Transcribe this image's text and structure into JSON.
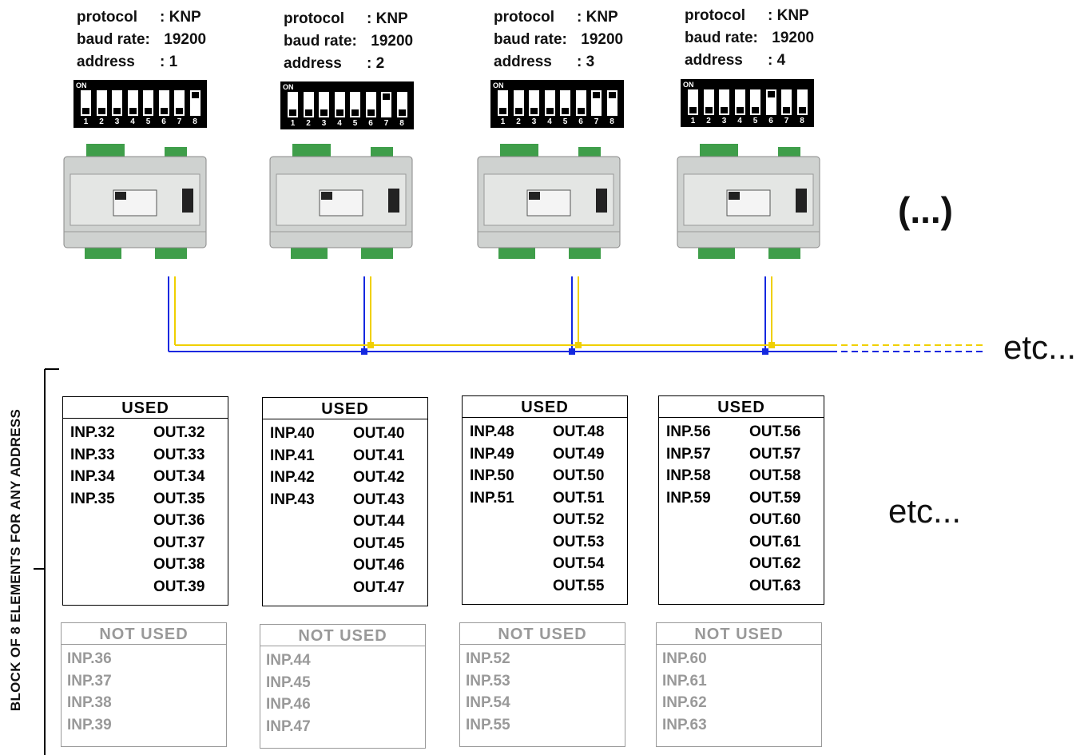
{
  "modules": [
    {
      "protocol_key": "protocol",
      "protocol_val": "KNP",
      "baud_key": "baud rate:",
      "baud_val": "19200",
      "addr_key": "address",
      "addr_val": "1",
      "dip_on_label": "ON",
      "dip_labels": [
        "1",
        "2",
        "3",
        "4",
        "5",
        "6",
        "7",
        "8"
      ],
      "dip_states": [
        0,
        0,
        0,
        0,
        0,
        0,
        0,
        1
      ],
      "used": {
        "title": "USED",
        "inputs": [
          "INP.32",
          "INP.33",
          "INP.34",
          "INP.35"
        ],
        "outputs": [
          "OUT.32",
          "OUT.33",
          "OUT.34",
          "OUT.35",
          "OUT.36",
          "OUT.37",
          "OUT.38",
          "OUT.39"
        ]
      },
      "not_used": {
        "title": "NOT USED",
        "inputs": [
          "INP.36",
          "INP.37",
          "INP.38",
          "INP.39"
        ]
      }
    },
    {
      "protocol_key": "protocol",
      "protocol_val": "KNP",
      "baud_key": "baud rate:",
      "baud_val": "19200",
      "addr_key": "address",
      "addr_val": "2",
      "dip_on_label": "ON",
      "dip_labels": [
        "1",
        "2",
        "3",
        "4",
        "5",
        "6",
        "7",
        "8"
      ],
      "dip_states": [
        0,
        0,
        0,
        0,
        0,
        0,
        1,
        0
      ],
      "used": {
        "title": "USED",
        "inputs": [
          "INP.40",
          "INP.41",
          "INP.42",
          "INP.43"
        ],
        "outputs": [
          "OUT.40",
          "OUT.41",
          "OUT.42",
          "OUT.43",
          "OUT.44",
          "OUT.45",
          "OUT.46",
          "OUT.47"
        ]
      },
      "not_used": {
        "title": "NOT USED",
        "inputs": [
          "INP.44",
          "INP.45",
          "INP.46",
          "INP.47"
        ]
      }
    },
    {
      "protocol_key": "protocol",
      "protocol_val": "KNP",
      "baud_key": "baud rate:",
      "baud_val": "19200",
      "addr_key": "address",
      "addr_val": "3",
      "dip_on_label": "ON",
      "dip_labels": [
        "1",
        "2",
        "3",
        "4",
        "5",
        "6",
        "7",
        "8"
      ],
      "dip_states": [
        0,
        0,
        0,
        0,
        0,
        0,
        1,
        1
      ],
      "used": {
        "title": "USED",
        "inputs": [
          "INP.48",
          "INP.49",
          "INP.50",
          "INP.51"
        ],
        "outputs": [
          "OUT.48",
          "OUT.49",
          "OUT.50",
          "OUT.51",
          "OUT.52",
          "OUT.53",
          "OUT.54",
          "OUT.55"
        ]
      },
      "not_used": {
        "title": "NOT USED",
        "inputs": [
          "INP.52",
          "INP.53",
          "INP.54",
          "INP.55"
        ]
      }
    },
    {
      "protocol_key": "protocol",
      "protocol_val": "KNP",
      "baud_key": "baud rate:",
      "baud_val": "19200",
      "addr_key": "address",
      "addr_val": "4",
      "dip_on_label": "ON",
      "dip_labels": [
        "1",
        "2",
        "3",
        "4",
        "5",
        "6",
        "7",
        "8"
      ],
      "dip_states": [
        0,
        0,
        0,
        0,
        0,
        1,
        0,
        0
      ],
      "used": {
        "title": "USED",
        "inputs": [
          "INP.56",
          "INP.57",
          "INP.58",
          "INP.59"
        ],
        "outputs": [
          "OUT.56",
          "OUT.57",
          "OUT.58",
          "OUT.59",
          "OUT.60",
          "OUT.61",
          "OUT.62",
          "OUT.63"
        ]
      },
      "not_used": {
        "title": "NOT USED",
        "inputs": [
          "INP.60",
          "INP.61",
          "INP.62",
          "INP.63"
        ]
      }
    }
  ],
  "ellipsis": "(...)",
  "etc_bus": "etc...",
  "etc_table": "etc...",
  "side_label": "BLOCK OF 8 ELEMENTS FOR ANY ADDRESS",
  "colors": {
    "bus_a": "#1428e0",
    "bus_b": "#f0d000",
    "device_body": "#cfd2d0",
    "terminal": "#3f9e4a"
  }
}
